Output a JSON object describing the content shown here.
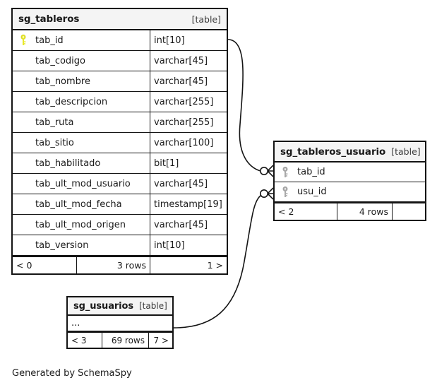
{
  "diagram": {
    "caption": "Generated by SchemaSpy",
    "type_tag": "[table]",
    "colors": {
      "primary_key": "#e8e82a",
      "foreign_key": "#a9a9a9",
      "line": "#141414",
      "header_bg": "#f4f4f4",
      "background": "#ffffff"
    }
  },
  "tables": [
    {
      "id": "sg_tableros",
      "name": "sg_tableros",
      "tag": "[table]",
      "columns": [
        {
          "name": "tab_id",
          "type": "int[10]",
          "key": "primary"
        },
        {
          "name": "tab_codigo",
          "type": "varchar[45]",
          "key": "none"
        },
        {
          "name": "tab_nombre",
          "type": "varchar[45]",
          "key": "none"
        },
        {
          "name": "tab_descripcion",
          "type": "varchar[255]",
          "key": "none"
        },
        {
          "name": "tab_ruta",
          "type": "varchar[255]",
          "key": "none"
        },
        {
          "name": "tab_sitio",
          "type": "varchar[100]",
          "key": "none"
        },
        {
          "name": "tab_habilitado",
          "type": "bit[1]",
          "key": "none"
        },
        {
          "name": "tab_ult_mod_usuario",
          "type": "varchar[45]",
          "key": "none"
        },
        {
          "name": "tab_ult_mod_fecha",
          "type": "timestamp[19]",
          "key": "none"
        },
        {
          "name": "tab_ult_mod_origen",
          "type": "varchar[45]",
          "key": "none"
        },
        {
          "name": "tab_version",
          "type": "int[10]",
          "key": "none"
        }
      ],
      "footer": {
        "parents": "< 0",
        "rows": "3 rows",
        "children": "1 >"
      }
    },
    {
      "id": "sg_tableros_usuario",
      "name": "sg_tableros_usuario",
      "tag": "[table]",
      "columns": [
        {
          "name": "tab_id",
          "type": "",
          "key": "foreign"
        },
        {
          "name": "usu_id",
          "type": "",
          "key": "foreign"
        }
      ],
      "footer": {
        "parents": "< 2",
        "rows": "4 rows",
        "children": ""
      }
    },
    {
      "id": "sg_usuarios",
      "name": "sg_usuarios",
      "tag": "[table]",
      "columns": [
        {
          "name": "...",
          "type": "",
          "key": "none"
        }
      ],
      "footer": {
        "parents": "< 3",
        "rows": "69 rows",
        "children": "7 >"
      }
    }
  ],
  "relationships": [
    {
      "from": "sg_tableros.tab_id",
      "to": "sg_tableros_usuario.tab_id",
      "cardinality": "zero-or-many"
    },
    {
      "from": "sg_usuarios",
      "to": "sg_tableros_usuario.usu_id",
      "cardinality": "zero-or-many"
    }
  ]
}
